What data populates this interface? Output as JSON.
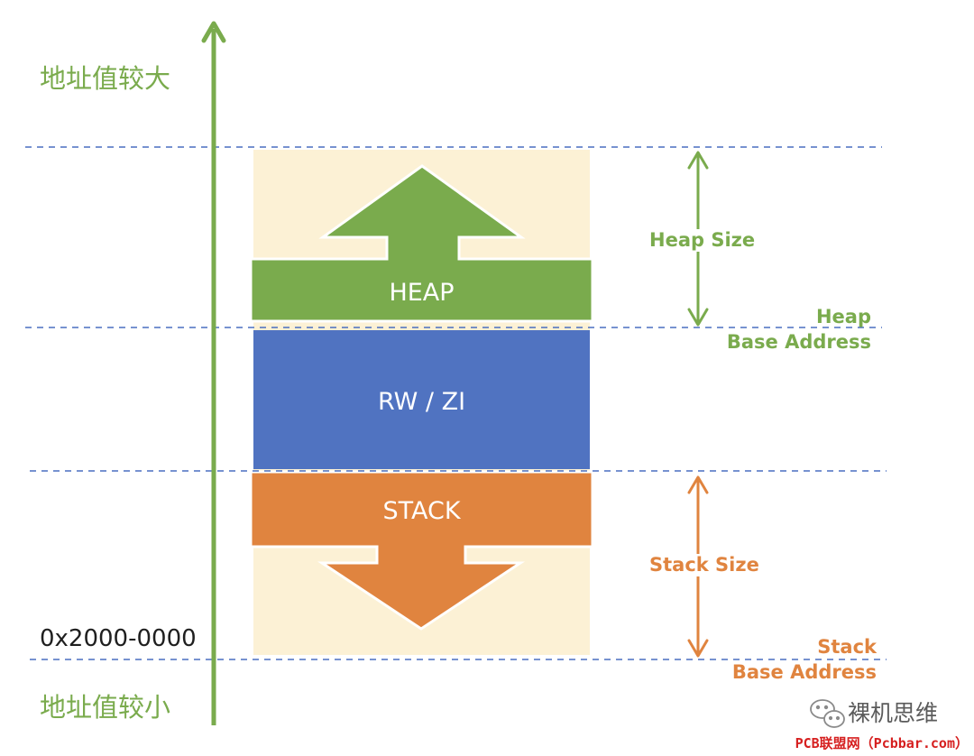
{
  "axis": {
    "top_label": "地址值较大",
    "bottom_label": "地址值较小",
    "address_label": "0x2000-0000"
  },
  "blocks": {
    "heap": "HEAP",
    "rw_zi": "RW / ZI",
    "stack": "STACK"
  },
  "annotations": {
    "heap_size": "Heap Size",
    "heap_base_line1": "Heap",
    "heap_base_line2": "Base Address",
    "stack_size": "Stack Size",
    "stack_base_line1": "Stack",
    "stack_base_line2": "Base Address"
  },
  "watermark": "裸机思维",
  "footer": "PCB联盟网（Pcbbar.com）",
  "colors": {
    "green": "#7aab4d",
    "blue": "#5073c1",
    "orange": "#e0843f",
    "background_band": "#fcf1d5",
    "dashed_line": "#4a6fc0"
  }
}
